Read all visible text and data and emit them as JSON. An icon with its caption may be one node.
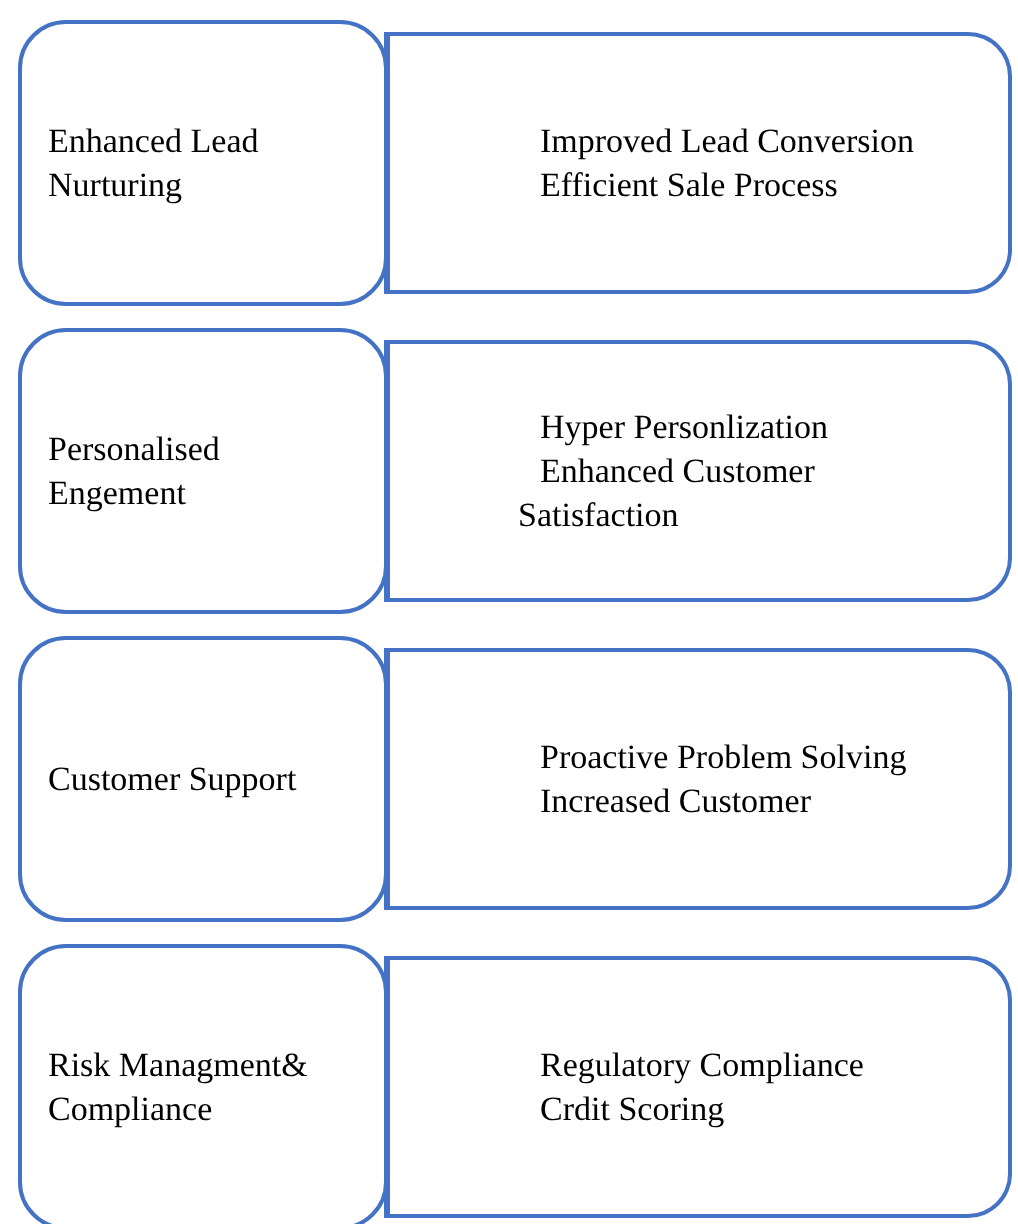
{
  "diagram": {
    "nodes": [
      {
        "text": [
          "Enhanced Lead Nurturing"
        ]
      },
      {
        "text": [
          "Improved Lead Conversion",
          "Efficient Sale Process"
        ]
      },
      {
        "text": [
          "Personalised Engement"
        ]
      },
      {
        "text": [
          "Hyper Personlization",
          "Enhanced Customer Satisfaction"
        ]
      },
      {
        "text": [
          "Customer Support"
        ]
      },
      {
        "text": [
          "Proactive Problem Solving",
          "Increased Customer"
        ]
      },
      {
        "text": [
          "Risk Managment& Compliance"
        ]
      },
      {
        "text": [
          "Regulatory Compliance",
          "Crdit Scoring"
        ]
      }
    ],
    "edges": []
  }
}
